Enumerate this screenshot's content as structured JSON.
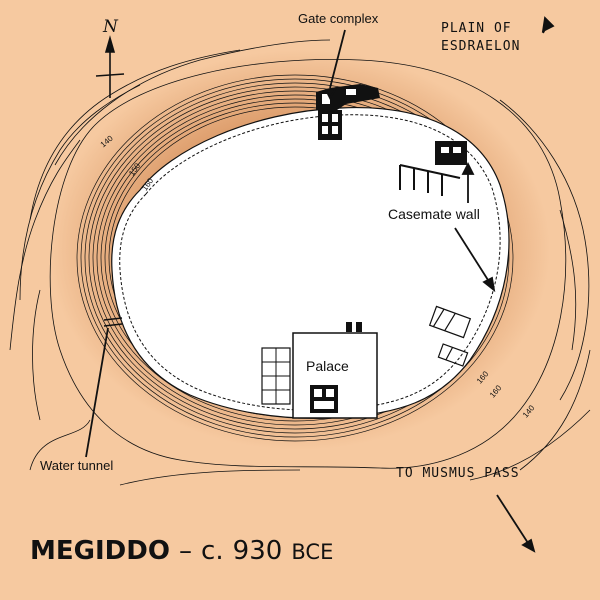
{
  "map": {
    "north_label": "N",
    "labels": {
      "gate_complex": "Gate complex",
      "plain_line1": "PLAIN OF",
      "plain_line2": "ESDRAELON",
      "casemate_wall": "Casemate wall",
      "palace": "Palace",
      "water_tunnel": "Water tunnel",
      "musmus_pass": "TO MUSMUS PASS"
    },
    "contour_labels": [
      "140",
      "150",
      "160",
      "160",
      "160",
      "140"
    ],
    "title": {
      "name": "MEGIDDO",
      "dash": "–",
      "date_prefix": "c.",
      "year": "930",
      "era": "BCE"
    }
  },
  "colors": {
    "background": "#f6c9a0",
    "mound_shading": "#d7915d",
    "mound_interior": "#ffffff",
    "ink": "#111111"
  }
}
